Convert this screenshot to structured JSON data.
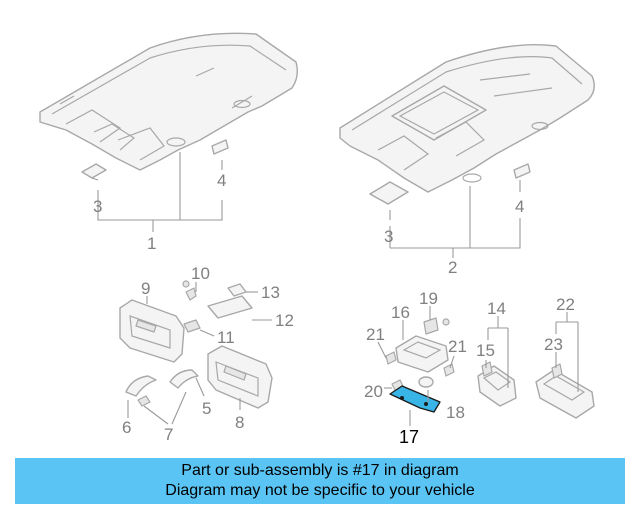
{
  "labels": {
    "p1": "1",
    "p2": "2",
    "p3a": "3",
    "p3b": "3",
    "p4a": "4",
    "p4b": "4",
    "p5": "5",
    "p6": "6",
    "p7": "7",
    "p8": "8",
    "p9": "9",
    "p10": "10",
    "p11": "11",
    "p12": "12",
    "p13": "13",
    "p14": "14",
    "p15": "15",
    "p16": "16",
    "p17": "17",
    "p18": "18",
    "p19": "19",
    "p20": "20",
    "p21a": "21",
    "p21b": "21",
    "p22": "22",
    "p23": "23"
  },
  "highlight_color": "#39b4e6",
  "caption": {
    "line1": "Part or sub-assembly is #17 in diagram",
    "line2": "Diagram may not be specific to your vehicle",
    "background": "#5ac4f4"
  }
}
